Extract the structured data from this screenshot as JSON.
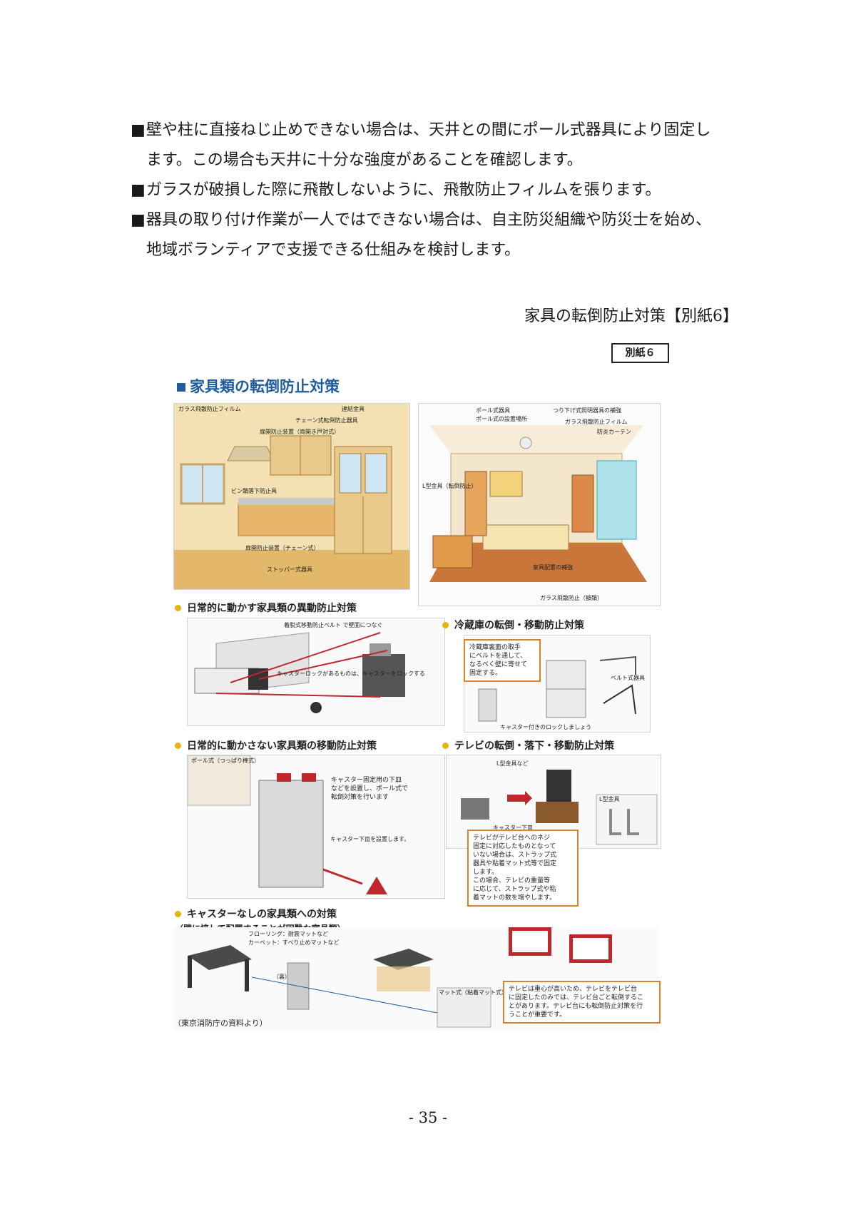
{
  "bullets": [
    {
      "mark": "■",
      "lines": [
        "壁や柱に直接ねじ止めできない場合は、天井との間にポール式器具により固定し",
        "ます。この場合も天井に十分な強度があることを確認します。"
      ]
    },
    {
      "mark": "■",
      "lines": [
        "ガラスが破損した際に飛散しないように、飛散防止フィルムを張ります。"
      ]
    },
    {
      "mark": "■",
      "lines": [
        "器具の取り付け作業が一人ではできない場合は、自主防災組織や防災士を始め、",
        "地域ボランティアで支援できる仕組みを検討します。"
      ]
    }
  ],
  "caption": "家具の転倒防止対策【別紙6】",
  "badge": "別紙６",
  "figure": {
    "title": "家具類の転倒防止対策",
    "kitchen_labels": {
      "film": "ガラス飛散防止フィルム",
      "connector": "連結金具",
      "chain": "チェーン式転倒防止器具",
      "door": "扉開防止装置（両開き戸対式）",
      "bin": "ビン類落下防止具",
      "door2": "扉開防止装置（チェーン式）",
      "stopper": "ストッパー式器具"
    },
    "bedroom_labels": {
      "pole": "ポール式器具",
      "pole_alt": "ポール式の設置場所",
      "ceiling": "つり下げ式照明器具の補強",
      "film": "ガラス飛散防止フィルム",
      "curtain": "防炎カーテン",
      "ltype": "L型金具（転倒防止）",
      "reinforce": "家具配置の補強",
      "glass": "ガラス飛散防止（額類）"
    },
    "sections": {
      "moving": "日常的に動かす家具類の異動防止対策",
      "fridge": "冷蔵庫の転倒・移動防止対策",
      "nonmoving": "日常的に動かさない家具類の移動防止対策",
      "tv": "テレビの転倒・落下・移動防止対策",
      "nocaster": "キャスターなしの家具類への対策",
      "nocaster_sub": "（壁に接して配置することが困難な家具類）"
    },
    "moving_labels": {
      "belt": "着脱式移動防止ベルト\nで壁面につなぐ",
      "caster_lock": "キャスターロックがあるものは、キャスターをロックする"
    },
    "fridge_labels": {
      "note": [
        "冷蔵庫裏面の取手",
        "にベルトを通して、",
        "なるべく壁に寄せて",
        "固定する。"
      ],
      "belt": "ベルト式器具",
      "caster": "キャスター付きのロックしましょう"
    },
    "nonmoving_labels": {
      "pole_tag": "ポール式（つっぱり棒式）",
      "note": [
        "キャスター固定用の下皿",
        "などを設置し、ポール式で",
        "転倒対策を行います"
      ],
      "caster_plate": "キャスター下皿を設置します。"
    },
    "tv_labels": {
      "ltype": "L型金具など",
      "caster": "キャスター下皿",
      "ltype_tag": "L型金具",
      "note": [
        "テレビがテレビ台へのネジ",
        "固定に対応したものとなって",
        "いない場合は、ストラップ式",
        "器具や粘着マット式等で固定",
        "します。",
        "この場合、テレビの重量等",
        "に応じて、ストラップ式や粘",
        "着マットの数を増やします。"
      ]
    },
    "nocaster_labels": {
      "flooring": "フローリング：耐震マットなど",
      "carpet": "カーペット：すべり止めマットなど",
      "ura": "（裏）",
      "mat_tag": "マット式（粘着マット式）",
      "note": [
        "テレビは重心が高いため、テレビをテレビ台",
        "に固定したのみでは、テレビ台ごと転倒するこ",
        "とがあります。テレビ台にも転倒防止対策を行",
        "うことが重要です。"
      ]
    },
    "source": "（東京消防庁の資料より）"
  },
  "page_number": "- 35 -",
  "colors": {
    "title_blue": "#1f5c9e",
    "bullet_dot": "#e8b410",
    "note_border": "#d9822b",
    "accent_red": "#c0282d"
  }
}
